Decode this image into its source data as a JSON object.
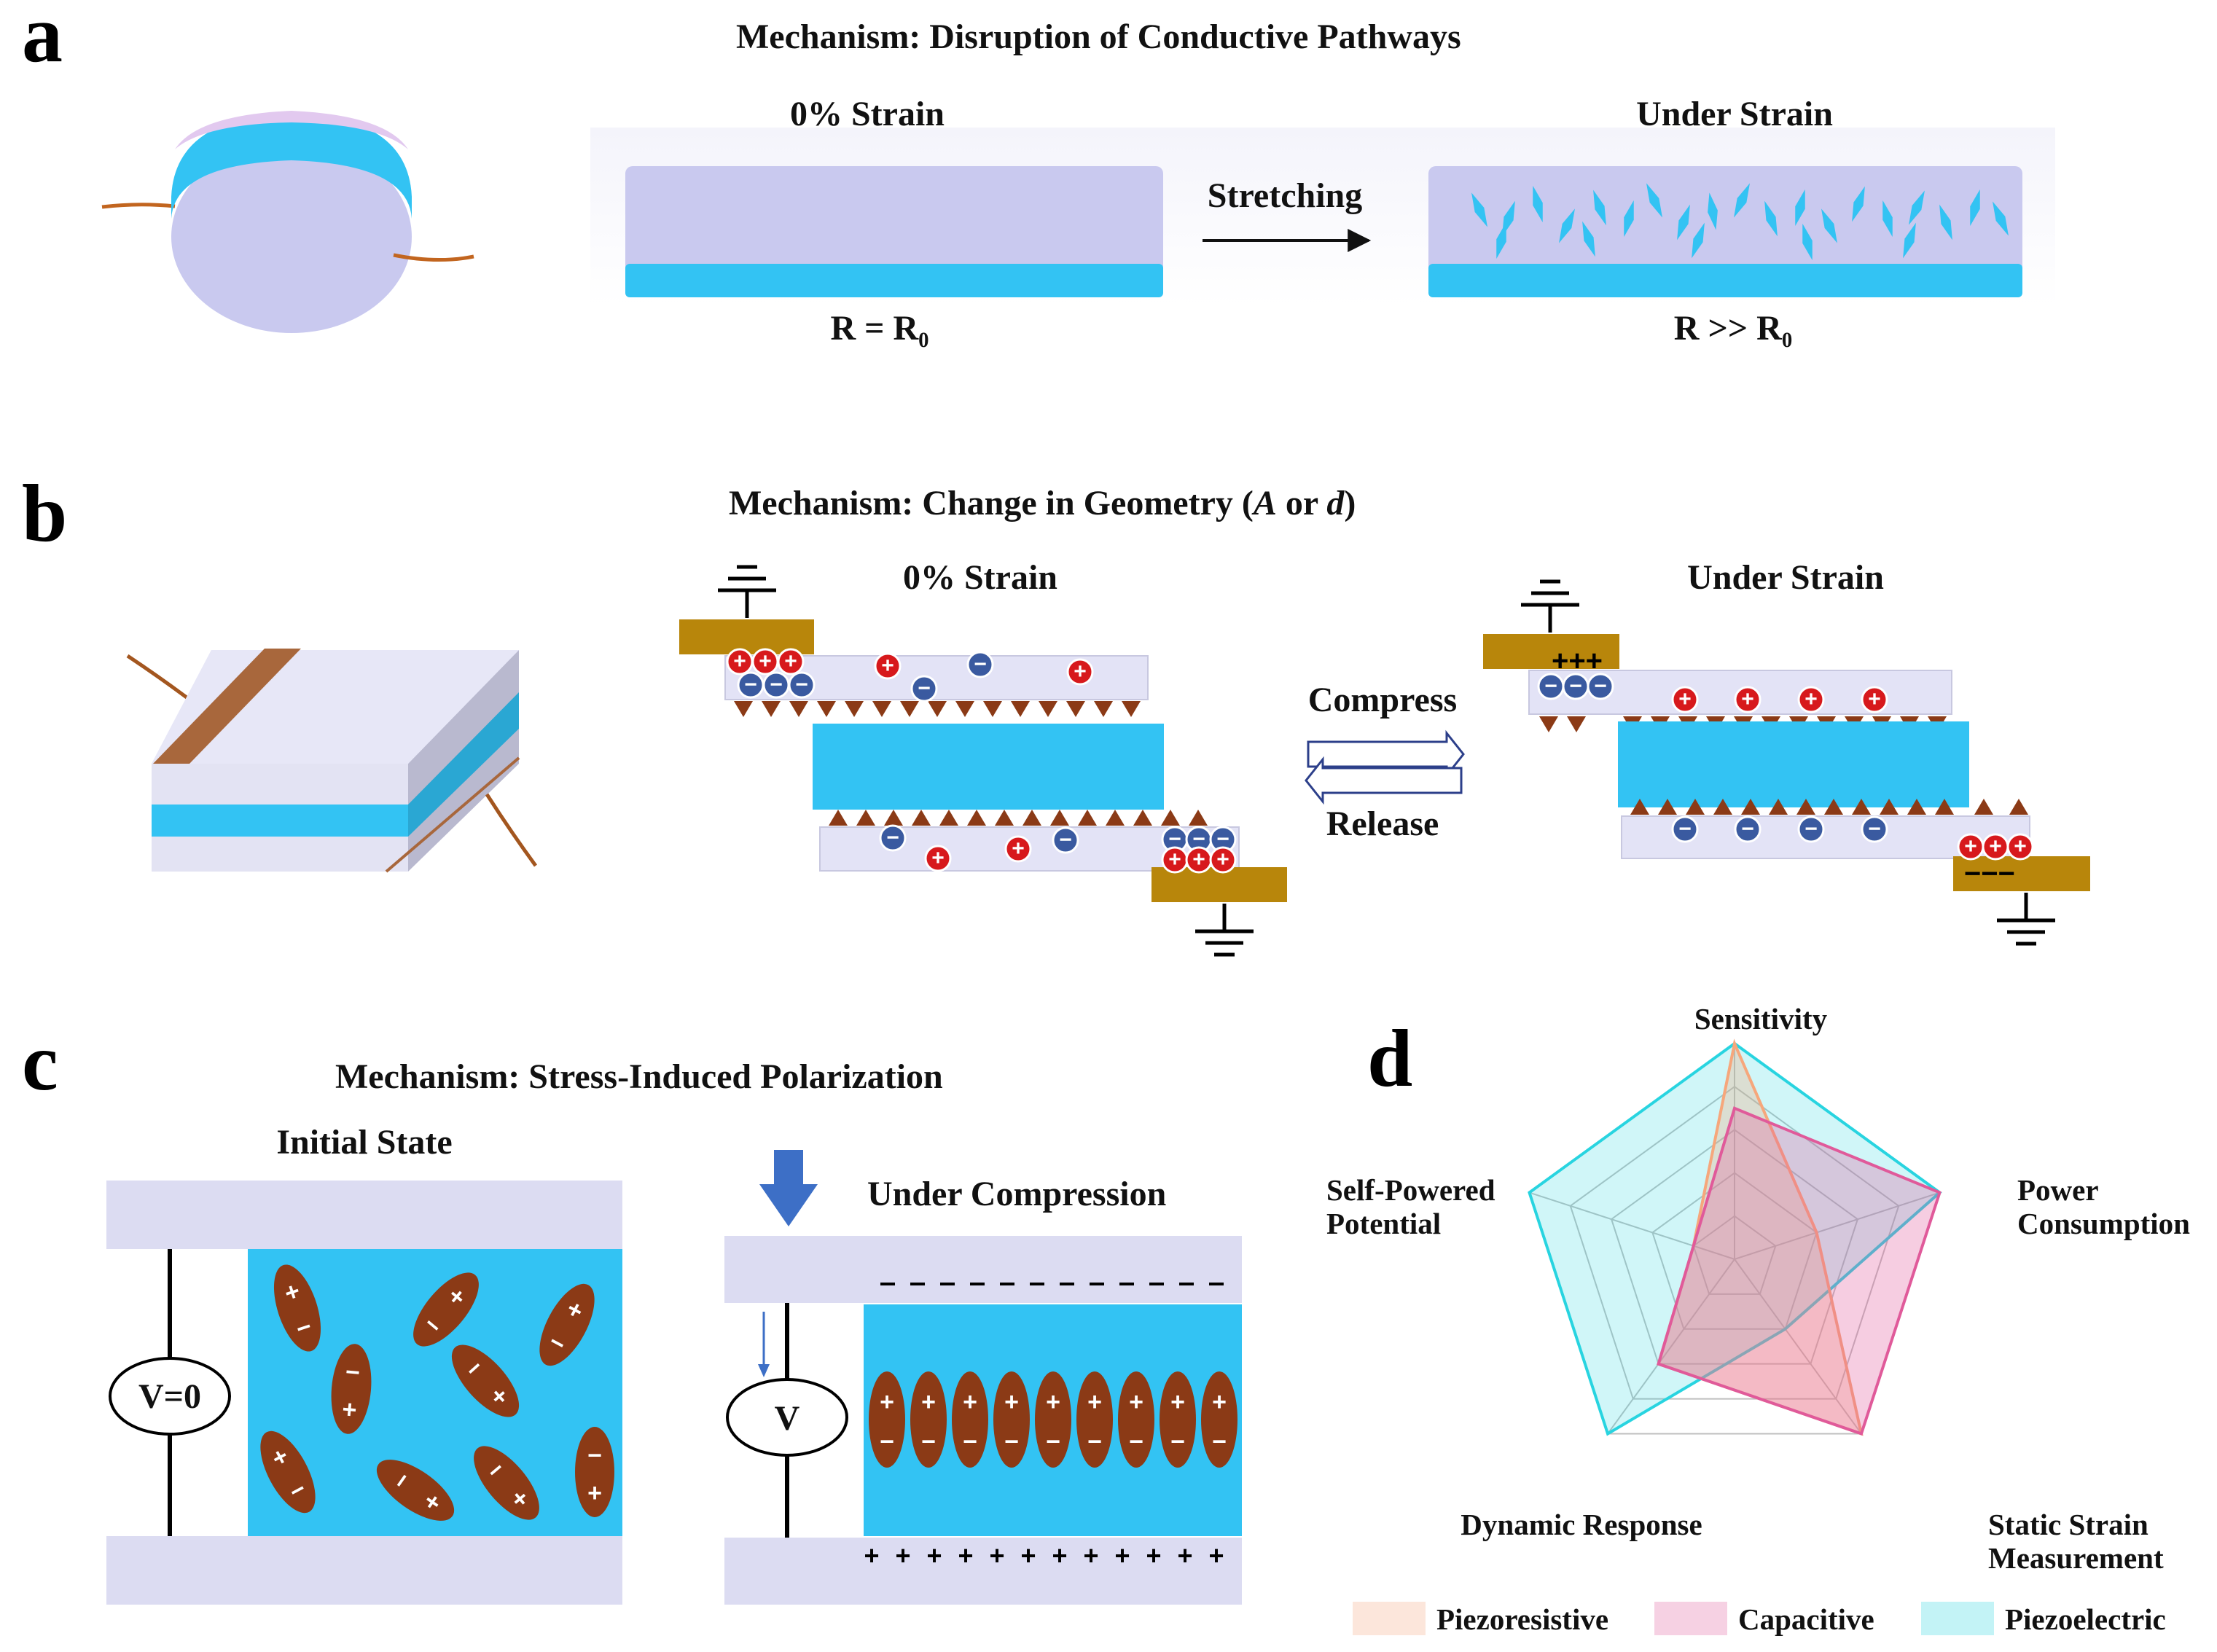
{
  "panels": {
    "a": {
      "letter": "a",
      "title": "Mechanism: Disruption of Conductive Pathways",
      "left_label": "0% Strain",
      "right_label": "Under Strain",
      "arrow_label": "Stretching",
      "left_resistance": "R = R₀",
      "right_resistance": "R >> R₀"
    },
    "b": {
      "letter": "b",
      "title_prefix": "Mechanism: Change in Geometry (",
      "title_var1": "A",
      "title_mid": " or ",
      "title_var2": "d",
      "title_suffix": ")",
      "left_label": "0% Strain",
      "right_label": "Under Strain",
      "arrow_top_label": "Compress",
      "arrow_bottom_label": "Release"
    },
    "c": {
      "letter": "c",
      "title": "Mechanism: Stress-Induced Polarization",
      "left_label": "Initial State",
      "right_label": "Under Compression",
      "left_meter": "V=0",
      "right_meter": "V"
    },
    "d": {
      "letter": "d"
    }
  },
  "colors": {
    "cyan": "#33c3f3",
    "lavender": "#d4d4f0",
    "brown": "#8b3a16",
    "gold": "#b8860b",
    "wire": "#c2651f",
    "positive": "#d7191c",
    "negative": "#3a5aa0",
    "piezoresistive": "#f6a77c",
    "capacitive": "#e05a9a",
    "piezoelectric": "#28d4e0"
  },
  "chart_data": {
    "type": "radar",
    "axes": [
      "Sensitivity",
      "Power Consumption",
      "Static Strain Measurement",
      "Dynamic Response",
      "Self-Powered Potential"
    ],
    "axis_label_lines": [
      [
        "Sensitivity"
      ],
      [
        "Power",
        "Consumption"
      ],
      [
        "Static Strain",
        "Measurement"
      ],
      [
        "Dynamic Response"
      ],
      [
        "Self-Powered",
        "Potential"
      ]
    ],
    "levels": 5,
    "range": [
      0,
      5
    ],
    "series": [
      {
        "name": "Piezoresistive",
        "values": [
          5,
          2,
          5,
          3,
          1
        ],
        "color": "#f6a77c"
      },
      {
        "name": "Capacitive",
        "values": [
          3.5,
          5,
          5,
          3,
          1
        ],
        "color": "#e05a9a"
      },
      {
        "name": "Piezoelectric",
        "values": [
          5,
          5,
          2,
          5,
          5
        ],
        "color": "#28d4e0"
      }
    ],
    "legend_position": "bottom"
  }
}
